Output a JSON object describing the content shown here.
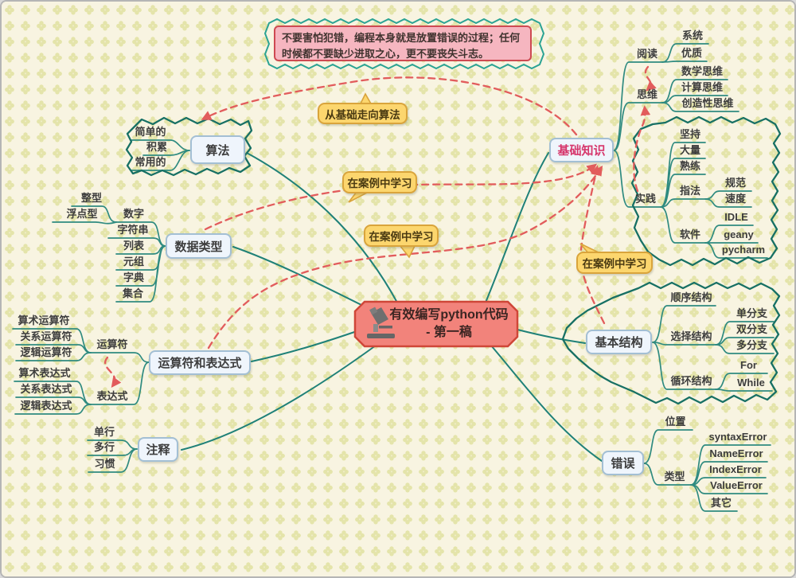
{
  "note": {
    "text": "不要害怕犯错，编程本身就是放置错误的过程；任何时候都不要缺少进取之心，更不要丧失斗志。"
  },
  "mindmap": {
    "root": {
      "label": "有效编写python代码 - 第一稿",
      "icon": "microscope-icon"
    },
    "branches": [
      {
        "label": "算法",
        "children": [
          {
            "label": "简单的"
          },
          {
            "label": "积累"
          },
          {
            "label": "常用的"
          }
        ]
      },
      {
        "label": "数据类型",
        "children": [
          {
            "label": "数字",
            "children": [
              {
                "label": "整型"
              },
              {
                "label": "浮点型"
              }
            ]
          },
          {
            "label": "字符串"
          },
          {
            "label": "列表"
          },
          {
            "label": "元组"
          },
          {
            "label": "字典"
          },
          {
            "label": "集合"
          }
        ]
      },
      {
        "label": "运算符和表达式",
        "children": [
          {
            "label": "运算符",
            "children": [
              {
                "label": "算术运算符"
              },
              {
                "label": "关系运算符"
              },
              {
                "label": "逻辑运算符"
              }
            ]
          },
          {
            "label": "表达式",
            "children": [
              {
                "label": "算术表达式"
              },
              {
                "label": "关系表达式"
              },
              {
                "label": "逻辑表达式"
              }
            ]
          }
        ]
      },
      {
        "label": "注释",
        "children": [
          {
            "label": "单行"
          },
          {
            "label": "多行"
          },
          {
            "label": "习惯"
          }
        ]
      },
      {
        "label": "基础知识",
        "children": [
          {
            "label": "阅读",
            "children": [
              {
                "label": "系统"
              },
              {
                "label": "优质"
              }
            ]
          },
          {
            "label": "思维",
            "children": [
              {
                "label": "数学思维"
              },
              {
                "label": "计算思维"
              },
              {
                "label": "创造性思维"
              }
            ]
          },
          {
            "label": "实践",
            "children": [
              {
                "label": "坚持"
              },
              {
                "label": "大量"
              },
              {
                "label": "熟练"
              },
              {
                "label": "指法",
                "children": [
                  {
                    "label": "规范"
                  },
                  {
                    "label": "速度"
                  }
                ]
              },
              {
                "label": "软件",
                "children": [
                  {
                    "label": "IDLE"
                  },
                  {
                    "label": "geany"
                  },
                  {
                    "label": "pycharm"
                  }
                ]
              }
            ]
          }
        ]
      },
      {
        "label": "基本结构",
        "children": [
          {
            "label": "顺序结构"
          },
          {
            "label": "选择结构",
            "children": [
              {
                "label": "单分支"
              },
              {
                "label": "双分支"
              },
              {
                "label": "多分支"
              }
            ]
          },
          {
            "label": "循环结构",
            "children": [
              {
                "label": "For"
              },
              {
                "label": "While"
              }
            ]
          }
        ]
      },
      {
        "label": "错误",
        "children": [
          {
            "label": "位置"
          },
          {
            "label": "类型",
            "children": [
              {
                "label": "syntaxError"
              },
              {
                "label": "NameError"
              },
              {
                "label": "IndexError"
              },
              {
                "label": "ValueError"
              },
              {
                "label": "其它"
              }
            ]
          }
        ]
      }
    ]
  },
  "callouts": [
    {
      "text": "从基础走向算法"
    },
    {
      "text": "在案例中学习"
    },
    {
      "text": "在案例中学习"
    },
    {
      "text": "在案例中学习"
    }
  ],
  "relationships": [
    {
      "from": "基础知识",
      "to": "算法",
      "label": "从基础走向算法"
    },
    {
      "from": "数据类型",
      "to": "基础知识",
      "label": "在案例中学习"
    },
    {
      "from": "运算符和表达式",
      "to": "基础知识",
      "label": "在案例中学习"
    },
    {
      "from": "基本结构",
      "to": "基础知识",
      "label": "在案例中学习"
    },
    {
      "from": "运算符",
      "to": "表达式"
    },
    {
      "from": "阅读",
      "to": "思维"
    },
    {
      "from": "实践",
      "to": "思维"
    }
  ],
  "colors": {
    "background": "#f8f4e1",
    "pattern_dot": "#e4e4aa",
    "branch_teal": "#1f8178",
    "cloud_teal": "#177064",
    "relationship_red": "#e25c5c",
    "topic_fill": "#eff5fc",
    "topic_border": "#a3bfd4",
    "root_fill": "#f2837b",
    "root_border": "#cf4638",
    "callout_fill": "#fcd66e",
    "callout_border": "#d9a43c",
    "note_fill": "#f6b6c0",
    "note_border": "#ce4a52",
    "note_zigzag": "#2ba393",
    "basics_text": "#d6356b"
  }
}
